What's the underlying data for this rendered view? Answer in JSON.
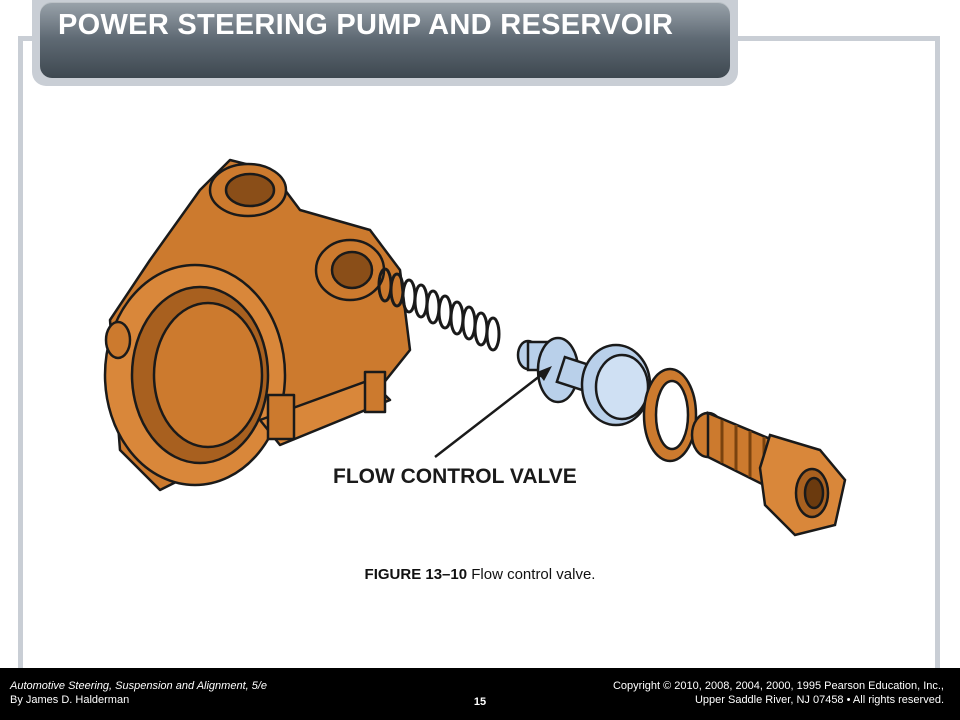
{
  "slide": {
    "title": "POWER STEERING PUMP AND RESERVOIR"
  },
  "figure": {
    "callout_label": "FLOW CONTROL VALVE",
    "caption_number": "FIGURE 13–10",
    "caption_text": "Flow control valve."
  },
  "footer": {
    "book_title": "Automotive Steering, Suspension and Alignment",
    "edition": ", 5/e",
    "author": "By James D. Halderman",
    "page_number": "15",
    "copyright_line1": "Copyright © 2010, 2008, 2004, 2000, 1995 Pearson Education, Inc.,",
    "copyright_line2": "Upper Saddle River, NJ 07458 • All rights reserved."
  },
  "colors": {
    "housing": "#cc7a2e",
    "valve": "#b9d0ea",
    "title_bar": "#5f6a74",
    "footer_bg": "#000000"
  }
}
